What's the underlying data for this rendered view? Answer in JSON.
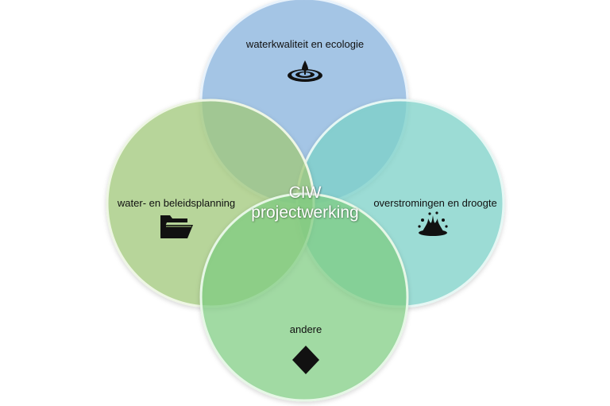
{
  "center": {
    "line1": "CIW",
    "line2": "projectwerking"
  },
  "circles": {
    "top": {
      "label": "waterkwaliteit en ecologie",
      "icon": "water-drop-ripple-icon",
      "color": "#8fb8e2"
    },
    "right": {
      "label": "overstromingen en droogte",
      "icon": "water-splash-icon",
      "color": "#7fd6cc"
    },
    "left": {
      "label": "water- en beleidsplanning",
      "icon": "folder-icon",
      "color": "#a9cf82"
    },
    "bottom": {
      "label": "andere",
      "icon": "diamond-icon",
      "color": "#8dd78e"
    }
  }
}
